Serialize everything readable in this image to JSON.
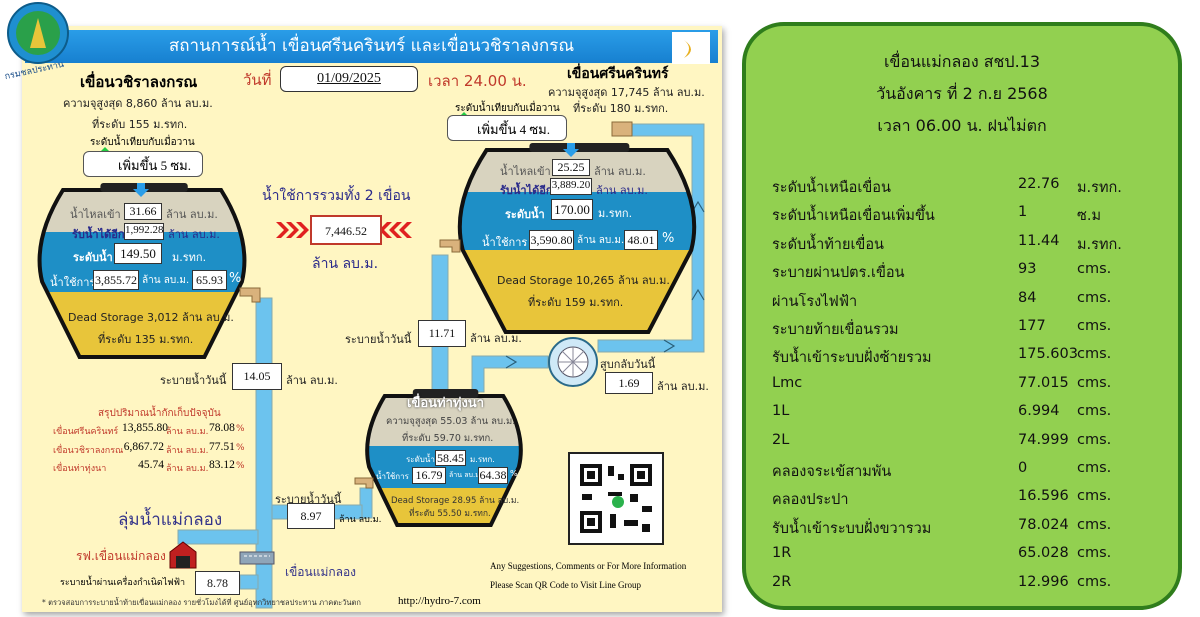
{
  "header": {
    "title": "สถานการณ์น้ำ เขื่อนศรีนครินทร์ และเขื่อนวชิราลงกรณ",
    "logo_text": "กรมชลประทาน",
    "date_label": "วันที่",
    "date": "01/09/2025",
    "time": "เวลา 24.00 น."
  },
  "vajiralongkorn": {
    "name": "เขื่อนวชิราลงกรณ",
    "capacity": "ความจุสูงสุด 8,860 ล้าน ลบ.ม.",
    "max_level": "ที่ระดับ 155 ม.รทก.",
    "compare_label": "ระดับน้ำเทียบกับเมื่อวาน",
    "change": "เพิ่มขึ้น 5 ซม.",
    "inflow_label": "น้ำไหลเข้า",
    "inflow": "31.66",
    "unit_mcm": "ล้าน ลบ.ม.",
    "remaining_label": "รับน้ำได้อีก",
    "remaining": "1,992.28",
    "level_label": "ระดับน้ำ",
    "level": "149.50",
    "level_unit": "ม.รทก.",
    "usable_label": "น้ำใช้การ",
    "usable": "3,855.72",
    "usable_pct": "65.93",
    "pct": "%",
    "dead1": "Dead Storage 3,012 ล้าน ลบ.ม.",
    "dead2": "ที่ระดับ 135 ม.รทก.",
    "release_label": "ระบายน้ำวันนี้",
    "release": "14.05"
  },
  "total": {
    "label": "น้ำใช้การรวมทั้ง 2 เขื่อน",
    "value": "7,446.52",
    "unit": "ล้าน ลบ.ม."
  },
  "srinagarind": {
    "name": "เขื่อนศรีนครินทร์",
    "capacity": "ความจุสูงสุด 17,745 ล้าน ลบ.ม.",
    "max_level": "ที่ระดับ 180 ม.รทก.",
    "compare_label": "ระดับน้ำเทียบกับเมื่อวาน",
    "change": "เพิ่มขึ้น 4 ซม.",
    "inflow_label": "น้ำไหลเข้า",
    "inflow": "25.25",
    "remaining_label": "รับน้ำได้อีก",
    "remaining": "3,889.20",
    "level_label": "ระดับน้ำ",
    "level": "170.00",
    "level_unit": "ม.รทก.",
    "usable_label": "น้ำใช้การ",
    "usable": "3,590.80",
    "usable_pct": "48.01",
    "dead1": "Dead Storage 10,265 ล้าน ลบ.ม.",
    "dead2": "ที่ระดับ 159 ม.รทก.",
    "release_label": "ระบายน้ำวันนี้",
    "release": "11.71",
    "pump_label": "สูบกลับวันนี้",
    "pump": "1.69"
  },
  "thathungna": {
    "name": "เขื่อนท่าทุ่งนา",
    "capacity": "ความจุสูงสุด 55.03 ล้าน ลบ.ม.",
    "max_level": "ที่ระดับ 59.70 ม.รทก.",
    "level_label": "ระดับน้ำ",
    "level": "58.45",
    "level_unit": "ม.รทก.",
    "usable_label": "น้ำใช้การ",
    "usable": "16.79",
    "usable_unit": "ล้าน ลบ.ม.",
    "usable_pct": "64.38",
    "pct": "%",
    "dead1": "Dead Storage 28.95 ล้าน ลบ.ม.",
    "dead2": "ที่ระดับ 55.50 ม.รทก.",
    "release_label": "ระบายน้ำวันนี้",
    "release": "8.97"
  },
  "summary": {
    "title": "สรุปปริมาณน้ำกักเก็บปัจจุบัน",
    "rows": [
      {
        "name": "เขื่อนศรีนครินทร์",
        "value": "13,855.80",
        "unit": "ล้าน ลบ.ม.",
        "pct": "78.08",
        "sign": "%"
      },
      {
        "name": "เขื่อนวชิราลงกรณ",
        "value": "6,867.72",
        "unit": "ล้าน ลบ.ม.",
        "pct": "77.51",
        "sign": "%"
      },
      {
        "name": "เขื่อนท่าทุ่งนา",
        "value": "45.74",
        "unit": "ล้าน ลบ.ม.",
        "pct": "83.12",
        "sign": "%"
      }
    ]
  },
  "maeklong": {
    "basin": "ลุ่มน้ำแม่กลอง",
    "plant": "รฟ.เขื่อนแม่กลอง",
    "dam": "เขื่อนแม่กลอง",
    "gen_label": "ระบายน้ำผ่านเครื่องกำเนิดไฟฟ้า",
    "gen": "8.78"
  },
  "footer": {
    "note": "* ตรวจสอบการระบายน้ำท้ายเขื่อนแม่กลอง รายชั่วโมงได้ที่ ศูนย์อุทกวิทยาชลประทาน ภาคตะวันตก",
    "url": "http://hydro-7.com",
    "info1": "Any Suggestions, Comments or For More Information",
    "info2": "Please Scan QR Code to Visit Line Group"
  },
  "panel": {
    "title1": "เขื่อนแม่กลอง สชป.13",
    "title2": "วันอังคาร ที่ 2 ก.ย 2568",
    "title3": "เวลา 06.00 น. ฝนไม่ตก",
    "rows": [
      {
        "label": "ระดับน้ำเหนือเขื่อน",
        "value": "22.76",
        "unit": "ม.รทก."
      },
      {
        "label": "ระดับน้ำเหนือเขื่อนเพิ่มขึ้น",
        "value": "1",
        "unit": "ซ.ม"
      },
      {
        "label": "ระดับน้ำท้ายเขื่อน",
        "value": "11.44",
        "unit": "ม.รทก."
      },
      {
        "label": "ระบายผ่านปตร.เขื่อน",
        "value": "93",
        "unit": "cms."
      },
      {
        "label": "ผ่านโรงไฟฟ้า",
        "value": "84",
        "unit": "cms."
      },
      {
        "label": "ระบายท้ายเขื่อนรวม",
        "value": "177",
        "unit": "cms."
      },
      {
        "label": "รับน้ำเข้าระบบฝั่งซ้ายรวม",
        "value": "175.603",
        "unit": "cms."
      },
      {
        "label": "Lmc",
        "value": "77.015",
        "unit": "cms."
      },
      {
        "label": "1L",
        "value": "6.994",
        "unit": "cms."
      },
      {
        "label": "2L",
        "value": "74.999",
        "unit": "cms."
      },
      {
        "label": "คลองจระเข้สามพัน",
        "value": "0",
        "unit": "cms."
      },
      {
        "label": "คลองประปา",
        "value": "16.596",
        "unit": "cms."
      },
      {
        "label": "รับน้ำเข้าระบบฝั่งขวารวม",
        "value": "78.024",
        "unit": "cms."
      },
      {
        "label": "1R",
        "value": "65.028",
        "unit": "cms."
      },
      {
        "label": "2R",
        "value": "12.996",
        "unit": "cms."
      }
    ]
  },
  "colors": {
    "panel_bg": "#92d050",
    "panel_border": "#2f7d1c",
    "card_bg": "#fff6c2",
    "water": "#1e8fc6",
    "dead": "#e8c53a",
    "pipe": "#6cc3ee",
    "title_bar": "#1e8ddc"
  }
}
